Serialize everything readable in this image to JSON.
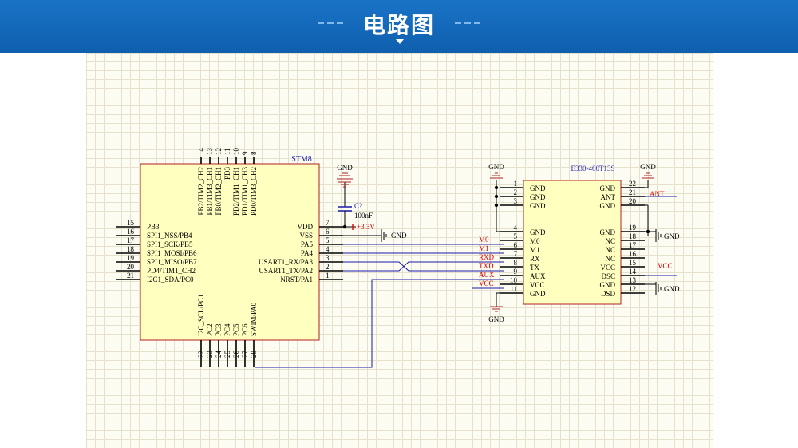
{
  "header": {
    "title": "电路图",
    "colors": {
      "banner": "#0f5fae",
      "accent": "#7fb8ea"
    }
  },
  "schematic": {
    "colors": {
      "wire": "#000000",
      "net_wire": "#1a1aa8",
      "net_label": "#e00000",
      "part_label": "#1a1aa8",
      "body": "#ffffc0",
      "body_border": "#b02020"
    },
    "stm8": {
      "designator": "STM8",
      "top_pins": [
        {
          "num": "14",
          "name": "PB2/TIM2_CH2"
        },
        {
          "num": "13",
          "name": "PB1/TIM3_CH1"
        },
        {
          "num": "12",
          "name": "PB0/TIM2_CH1"
        },
        {
          "num": "11",
          "name": "PD3"
        },
        {
          "num": "10",
          "name": "PD2/TIM1_CH1"
        },
        {
          "num": "9",
          "name": "PD1/TIM1_CH3"
        },
        {
          "num": "8",
          "name": "PD0/TIM3_CH2"
        }
      ],
      "left_pins": [
        {
          "num": "15",
          "name": "PB3"
        },
        {
          "num": "16",
          "name": "SPI1_NSS/PB4"
        },
        {
          "num": "17",
          "name": "SPI1_SCK/PB5"
        },
        {
          "num": "18",
          "name": "SPI1_MOSI/PB6"
        },
        {
          "num": "19",
          "name": "SPI1_MISO/PB7"
        },
        {
          "num": "20",
          "name": "PD4/TIM1_CH2"
        },
        {
          "num": "21",
          "name": "I2C1_SDA/PC0"
        }
      ],
      "right_pins": [
        {
          "num": "7",
          "name": "VDD"
        },
        {
          "num": "6",
          "name": "VSS"
        },
        {
          "num": "5",
          "name": "PA5"
        },
        {
          "num": "4",
          "name": "PA4"
        },
        {
          "num": "3",
          "name": "USART1_RX/PA3"
        },
        {
          "num": "2",
          "name": "USART1_TX/PA2"
        },
        {
          "num": "1",
          "name": "NRST/PA1"
        }
      ],
      "bottom_pins": [
        {
          "num": "22",
          "name": "I2C_SCL/PC1"
        },
        {
          "num": "23",
          "name": "PC2"
        },
        {
          "num": "24",
          "name": "PC3"
        },
        {
          "num": "25",
          "name": "PC4"
        },
        {
          "num": "26",
          "name": "PC5"
        },
        {
          "num": "27",
          "name": "PC6"
        },
        {
          "num": "28",
          "name": "SWIM/PA0"
        }
      ]
    },
    "module": {
      "designator": "E330-400T13S",
      "left_pins": [
        {
          "num": "1",
          "name": "GND"
        },
        {
          "num": "2",
          "name": "GND"
        },
        {
          "num": "3",
          "name": "GND"
        },
        {
          "num": "4",
          "name": "GND"
        },
        {
          "num": "5",
          "name": "M0"
        },
        {
          "num": "6",
          "name": "M1"
        },
        {
          "num": "7",
          "name": "RX"
        },
        {
          "num": "8",
          "name": "TX"
        },
        {
          "num": "9",
          "name": "AUX"
        },
        {
          "num": "10",
          "name": "VCC"
        },
        {
          "num": "11",
          "name": "GND"
        }
      ],
      "right_pins": [
        {
          "num": "22",
          "name": "GND"
        },
        {
          "num": "21",
          "name": "ANT"
        },
        {
          "num": "20",
          "name": "GND"
        },
        {
          "num": "19",
          "name": "GND"
        },
        {
          "num": "18",
          "name": "NC"
        },
        {
          "num": "17",
          "name": "NC"
        },
        {
          "num": "16",
          "name": "NC"
        },
        {
          "num": "15",
          "name": "VCC"
        },
        {
          "num": "14",
          "name": "DSC"
        },
        {
          "num": "13",
          "name": "GND"
        },
        {
          "num": "12",
          "name": "DSD"
        }
      ]
    },
    "capacitor": {
      "designator": "C?",
      "value": "100nF",
      "supply": "+3.3V"
    },
    "net_labels": {
      "m0": "M0",
      "m1": "M1",
      "rxd": "RXD",
      "txd": "TXD",
      "aux": "AUX",
      "vcc_left": "VCC",
      "ant": "ANT",
      "vcc_right": "VCC"
    },
    "ground": {
      "cap_top": "GND",
      "vss": "GND",
      "module_top": "GND",
      "module_bottom": "GND",
      "module_right_top": "GND",
      "module_pin19": "GND",
      "module_pin13": "GND"
    }
  }
}
